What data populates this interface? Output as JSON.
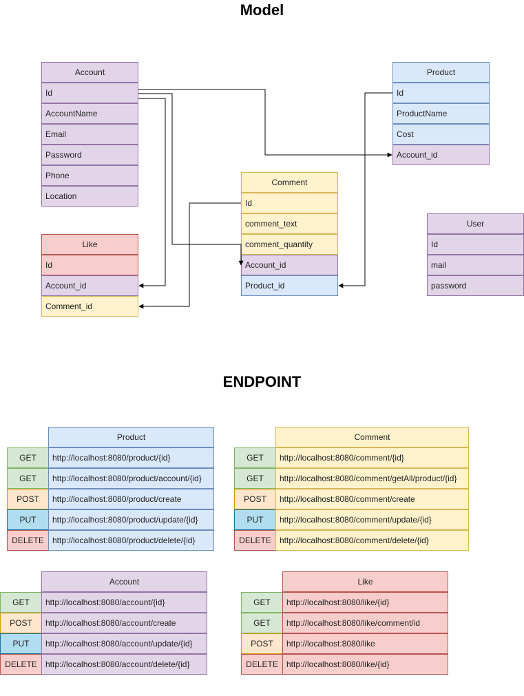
{
  "model_title": "Model",
  "endpoint_title": "ENDPOINT",
  "colors": {
    "purple": "#e1d5e7",
    "blue": "#dae8fc",
    "yellow": "#fff2cc",
    "red": "#f8cecc",
    "green": "#d5e8d4",
    "orange": "#ffe6cc",
    "cyan": "#b1ddf0"
  },
  "model": {
    "account": {
      "title": "Account",
      "fields": [
        "Id",
        "AccountName",
        "Email",
        "Password",
        "Phone",
        "Location"
      ]
    },
    "product": {
      "title": "Product",
      "fields": [
        "Id",
        "ProductName",
        "Cost",
        "Account_id"
      ]
    },
    "comment": {
      "title": "Comment",
      "fields": [
        "Id",
        "comment_text",
        "comment_quantity",
        "Account_id",
        "Product_id"
      ]
    },
    "like": {
      "title": "Like",
      "fields": [
        "Id",
        "Account_id",
        "Comment_id"
      ]
    },
    "user": {
      "title": "User",
      "fields": [
        "Id",
        "mail",
        "password"
      ]
    }
  },
  "endpoints": {
    "product": {
      "title": "Product",
      "rows": [
        {
          "method": "GET",
          "url": "http://localhost:8080/product/{id}"
        },
        {
          "method": "GET",
          "url": "http://localhost:8080/product/account/{id}"
        },
        {
          "method": "POST",
          "url": "http://localhost:8080/product/create"
        },
        {
          "method": "PUT",
          "url": "http://localhost:8080/product/update/{id}"
        },
        {
          "method": "DELETE",
          "url": "http://localhost:8080/product/delete/{id}"
        }
      ]
    },
    "comment": {
      "title": "Comment",
      "rows": [
        {
          "method": "GET",
          "url": "http://localhost:8080/comment/{id}"
        },
        {
          "method": "GET",
          "url": "http://localhost:8080/comment/getAll/product/{id}"
        },
        {
          "method": "POST",
          "url": "http://localhost:8080/comment/create"
        },
        {
          "method": "PUT",
          "url": "http://localhost:8080/comment/update/{id}"
        },
        {
          "method": "DELETE",
          "url": "http://localhost:8080/comment/delete/{id}"
        }
      ]
    },
    "account": {
      "title": "Account",
      "rows": [
        {
          "method": "GET",
          "url": "http://localhost:8080/account/{id}"
        },
        {
          "method": "POST",
          "url": "http://localhost:8080/account/create"
        },
        {
          "method": "PUT",
          "url": "http://localhost:8080/account/update/{id}"
        },
        {
          "method": "DELETE",
          "url": "http://localhost:8080/account/delete/{id}"
        }
      ]
    },
    "like": {
      "title": "Like",
      "rows": [
        {
          "method": "GET",
          "url": "http://localhost:8080/like/{id}"
        },
        {
          "method": "GET",
          "url": "http://localhost:8080/like/comment/id"
        },
        {
          "method": "POST",
          "url": "http://localhost:8080/like"
        },
        {
          "method": "DELETE",
          "url": "http://localhost:8080/like/{id}"
        }
      ]
    }
  }
}
